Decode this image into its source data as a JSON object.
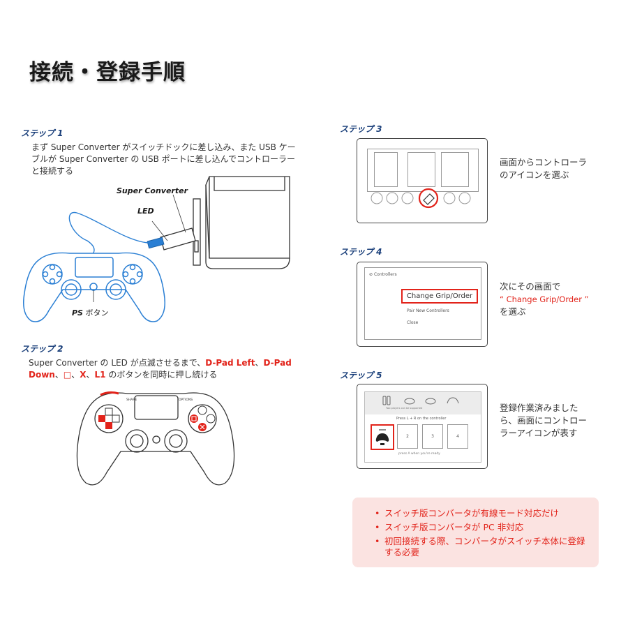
{
  "title": "接続・登録手順",
  "step1": {
    "label": "ステップ 1",
    "line1": "まず Super Converter がスイッチドックに差し込み、また USB ケー",
    "line2": "ブルが Super Converter の USB ポートに差し込んでコントローラー",
    "line3": "と接続する",
    "converter_label": "Super Converter",
    "led_label": "LED",
    "ps_label_bold": "PS",
    "ps_label_rest": " ボタン"
  },
  "step2": {
    "label": "ステップ 2",
    "line1_a": "Super Converter の LED が点滅させるまで、",
    "line1_b": "D-Pad Left",
    "line1_c": "、",
    "line1_d": "D-Pad",
    "line2_a": "Down",
    "line2_b": "、",
    "line2_c": "□",
    "line2_d": "、",
    "line2_e": "X",
    "line2_f": "、",
    "line2_g": "L1",
    "line2_h": " のボタンを同時に押し続ける",
    "share_label": "SHARE",
    "options_label": "OPTIONS"
  },
  "step3": {
    "label": "ステップ 3",
    "line1": "画面からコントローラ",
    "line2": "のアイコンを選ぶ"
  },
  "step4": {
    "label": "ステップ 4",
    "menu_title": "Controllers",
    "menu_item1": "Change Grip/Order",
    "menu_item2": "Pair New Controllers",
    "menu_item3": "Close",
    "line1": "次にその画面で",
    "line2": "“ Change Grip/Order ”",
    "line3": "を選ぶ"
  },
  "step5": {
    "label": "ステップ 5",
    "header_sub": "Two players can be supported",
    "press_text": "Press L + R on the controller",
    "slot2": "2",
    "slot3": "3",
    "slot4": "4",
    "ready_text": "press A when you're ready",
    "line1": "登録作業済みました",
    "line2": "ら、画面にコントロー",
    "line3": "ラーアイコンが表す"
  },
  "notes": [
    "スイッチ版コンバータが有線モード対応だけ",
    "スイッチ版コンバータが PC 非対応",
    "初回接続する際、コンバータがスイッチ本体に登録する必要"
  ],
  "colors": {
    "accent_red": "#e2231a",
    "step_blue": "#1a3f7a",
    "controller_blue": "#2a7fd4",
    "note_bg": "#fbe3e1"
  }
}
